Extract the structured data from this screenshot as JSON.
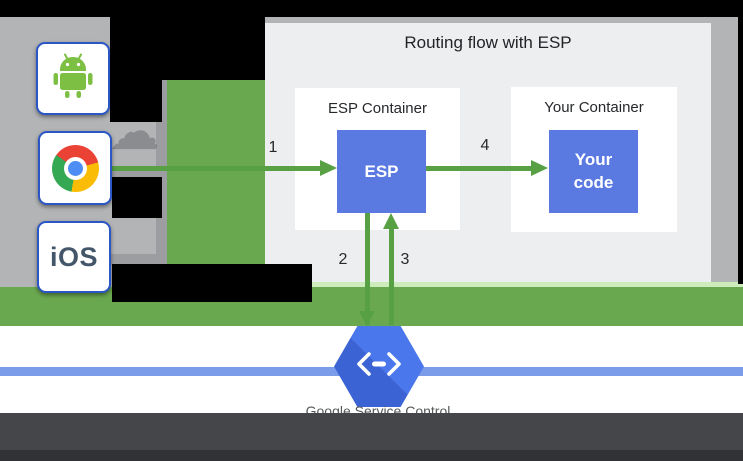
{
  "diagram": {
    "title": "Routing flow with ESP",
    "clients": {
      "ios_label": "iOS"
    },
    "esp_container": {
      "title": "ESP Container",
      "box": "ESP"
    },
    "your_container": {
      "title": "Your Container",
      "box": "Your code"
    },
    "steps": [
      "1",
      "2",
      "3",
      "4"
    ],
    "service": {
      "label": "Google Service Control"
    }
  },
  "colors": {
    "background_gray": "#b3b4b6",
    "panel_gray": "#eceef0",
    "band_green": "#6aa84f",
    "arrow_green": "#58a044",
    "box_blue": "#5a7ae2",
    "hexagon_blue": "#4471e3",
    "line_blue": "#7b9ce8",
    "icon_border_blue": "#2a56c6",
    "dark_band": "#454649"
  }
}
